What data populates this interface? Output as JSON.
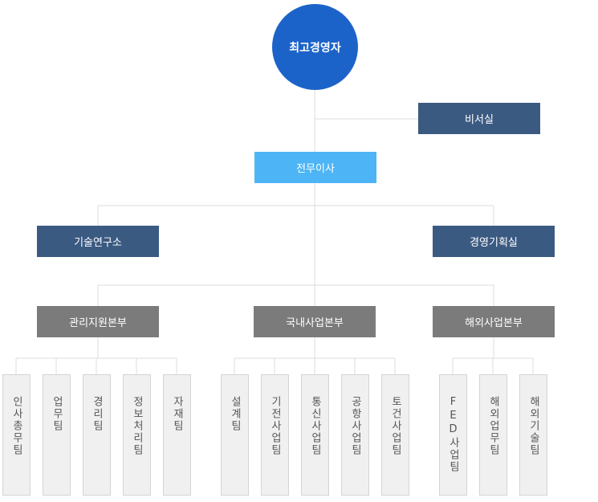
{
  "ceo": "최고경영자",
  "secretary": "비서실",
  "executive": "전무이사",
  "research": "기술연구소",
  "planning": "경영기획실",
  "divisions": [
    {
      "label": "관리지원본부",
      "teams": [
        "인사총무팀",
        "업무팀",
        "경리팀",
        "정보처리팀",
        "자재팀"
      ]
    },
    {
      "label": "국내사업본부",
      "teams": [
        "설계팀",
        "기전사업팀",
        "통신사업팀",
        "공항사업팀",
        "토건사업팀"
      ]
    },
    {
      "label": "해외사업본부",
      "teams": [
        "FED사업팀",
        "해외업무팀",
        "해외기술팀"
      ]
    }
  ],
  "colors": {
    "ceo": "#1c63c9",
    "executive": "#4db5f5",
    "staff": "#3b5a82",
    "division": "#7b7b7b",
    "team_bg": "#f0f0f0"
  }
}
